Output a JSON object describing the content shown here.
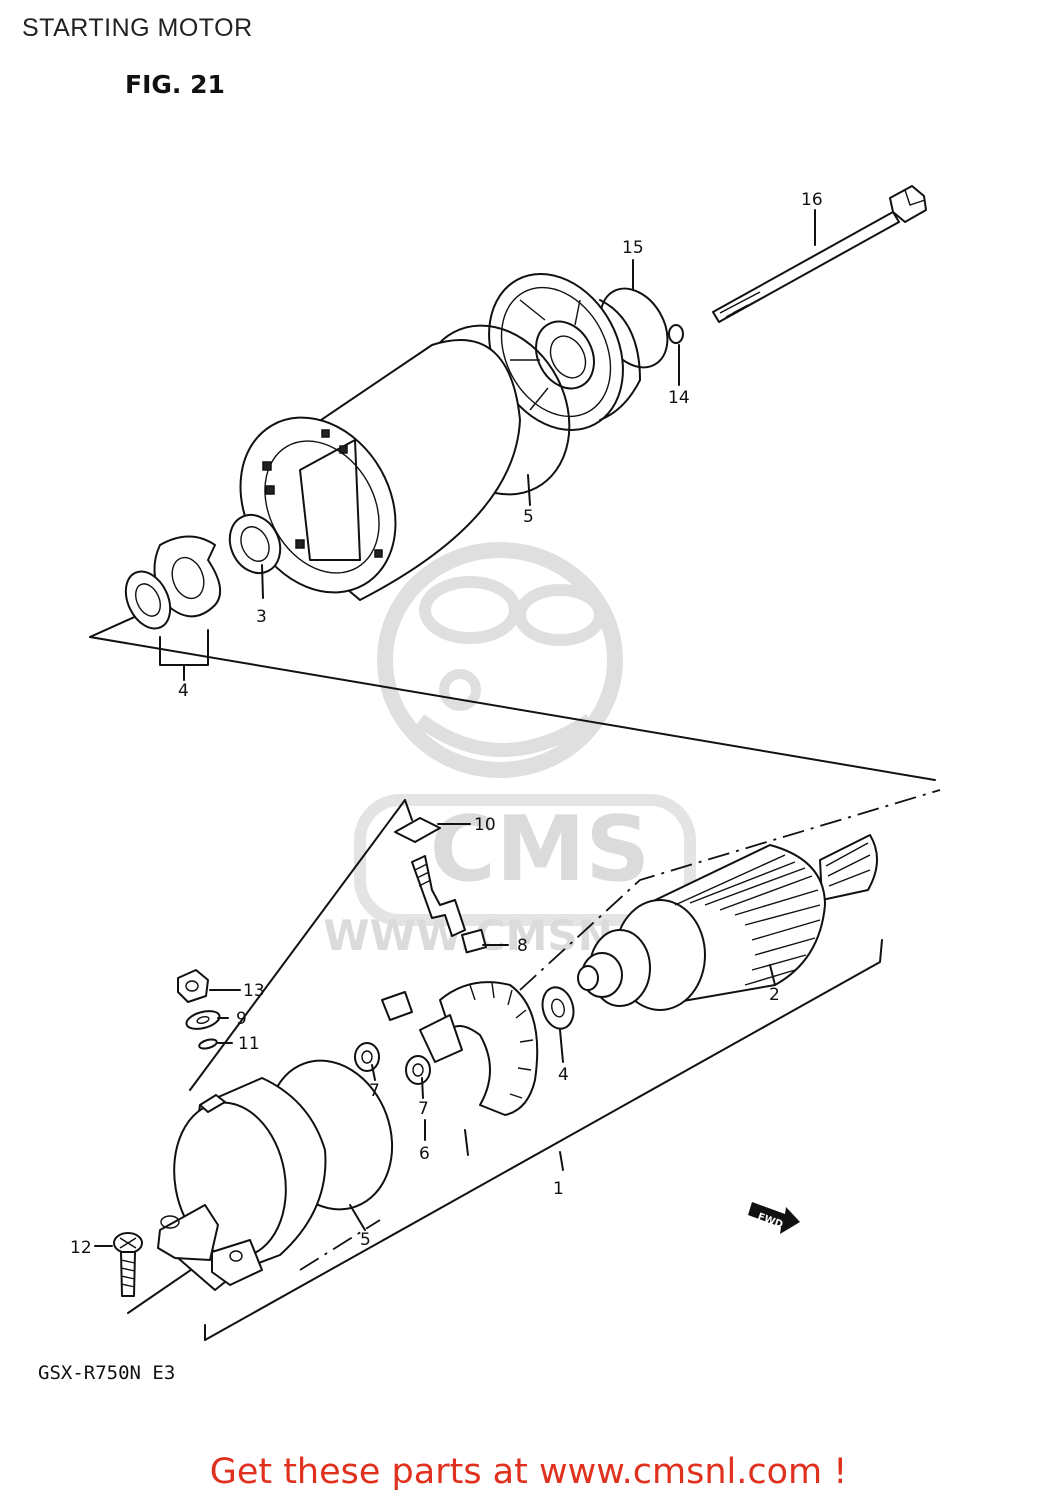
{
  "header": {
    "title": "STARTING MOTOR"
  },
  "figure": {
    "label": "FIG. 21",
    "model_code": "GSX-R750N E3"
  },
  "watermark": {
    "brand": "CMS",
    "url_fragment": "WWW.CMSN"
  },
  "fwd_marker": "FWD",
  "callouts": [
    "1",
    "2",
    "3",
    "4",
    "4",
    "5",
    "5",
    "6",
    "7",
    "7",
    "8",
    "9",
    "10",
    "11",
    "12",
    "13",
    "14",
    "15",
    "16"
  ],
  "footer": {
    "promo_text": "Get these parts at www.cmsnl.com !"
  },
  "colors": {
    "promo": "#e0301e",
    "watermark": "#d8d8d8",
    "ink": "#111111"
  }
}
